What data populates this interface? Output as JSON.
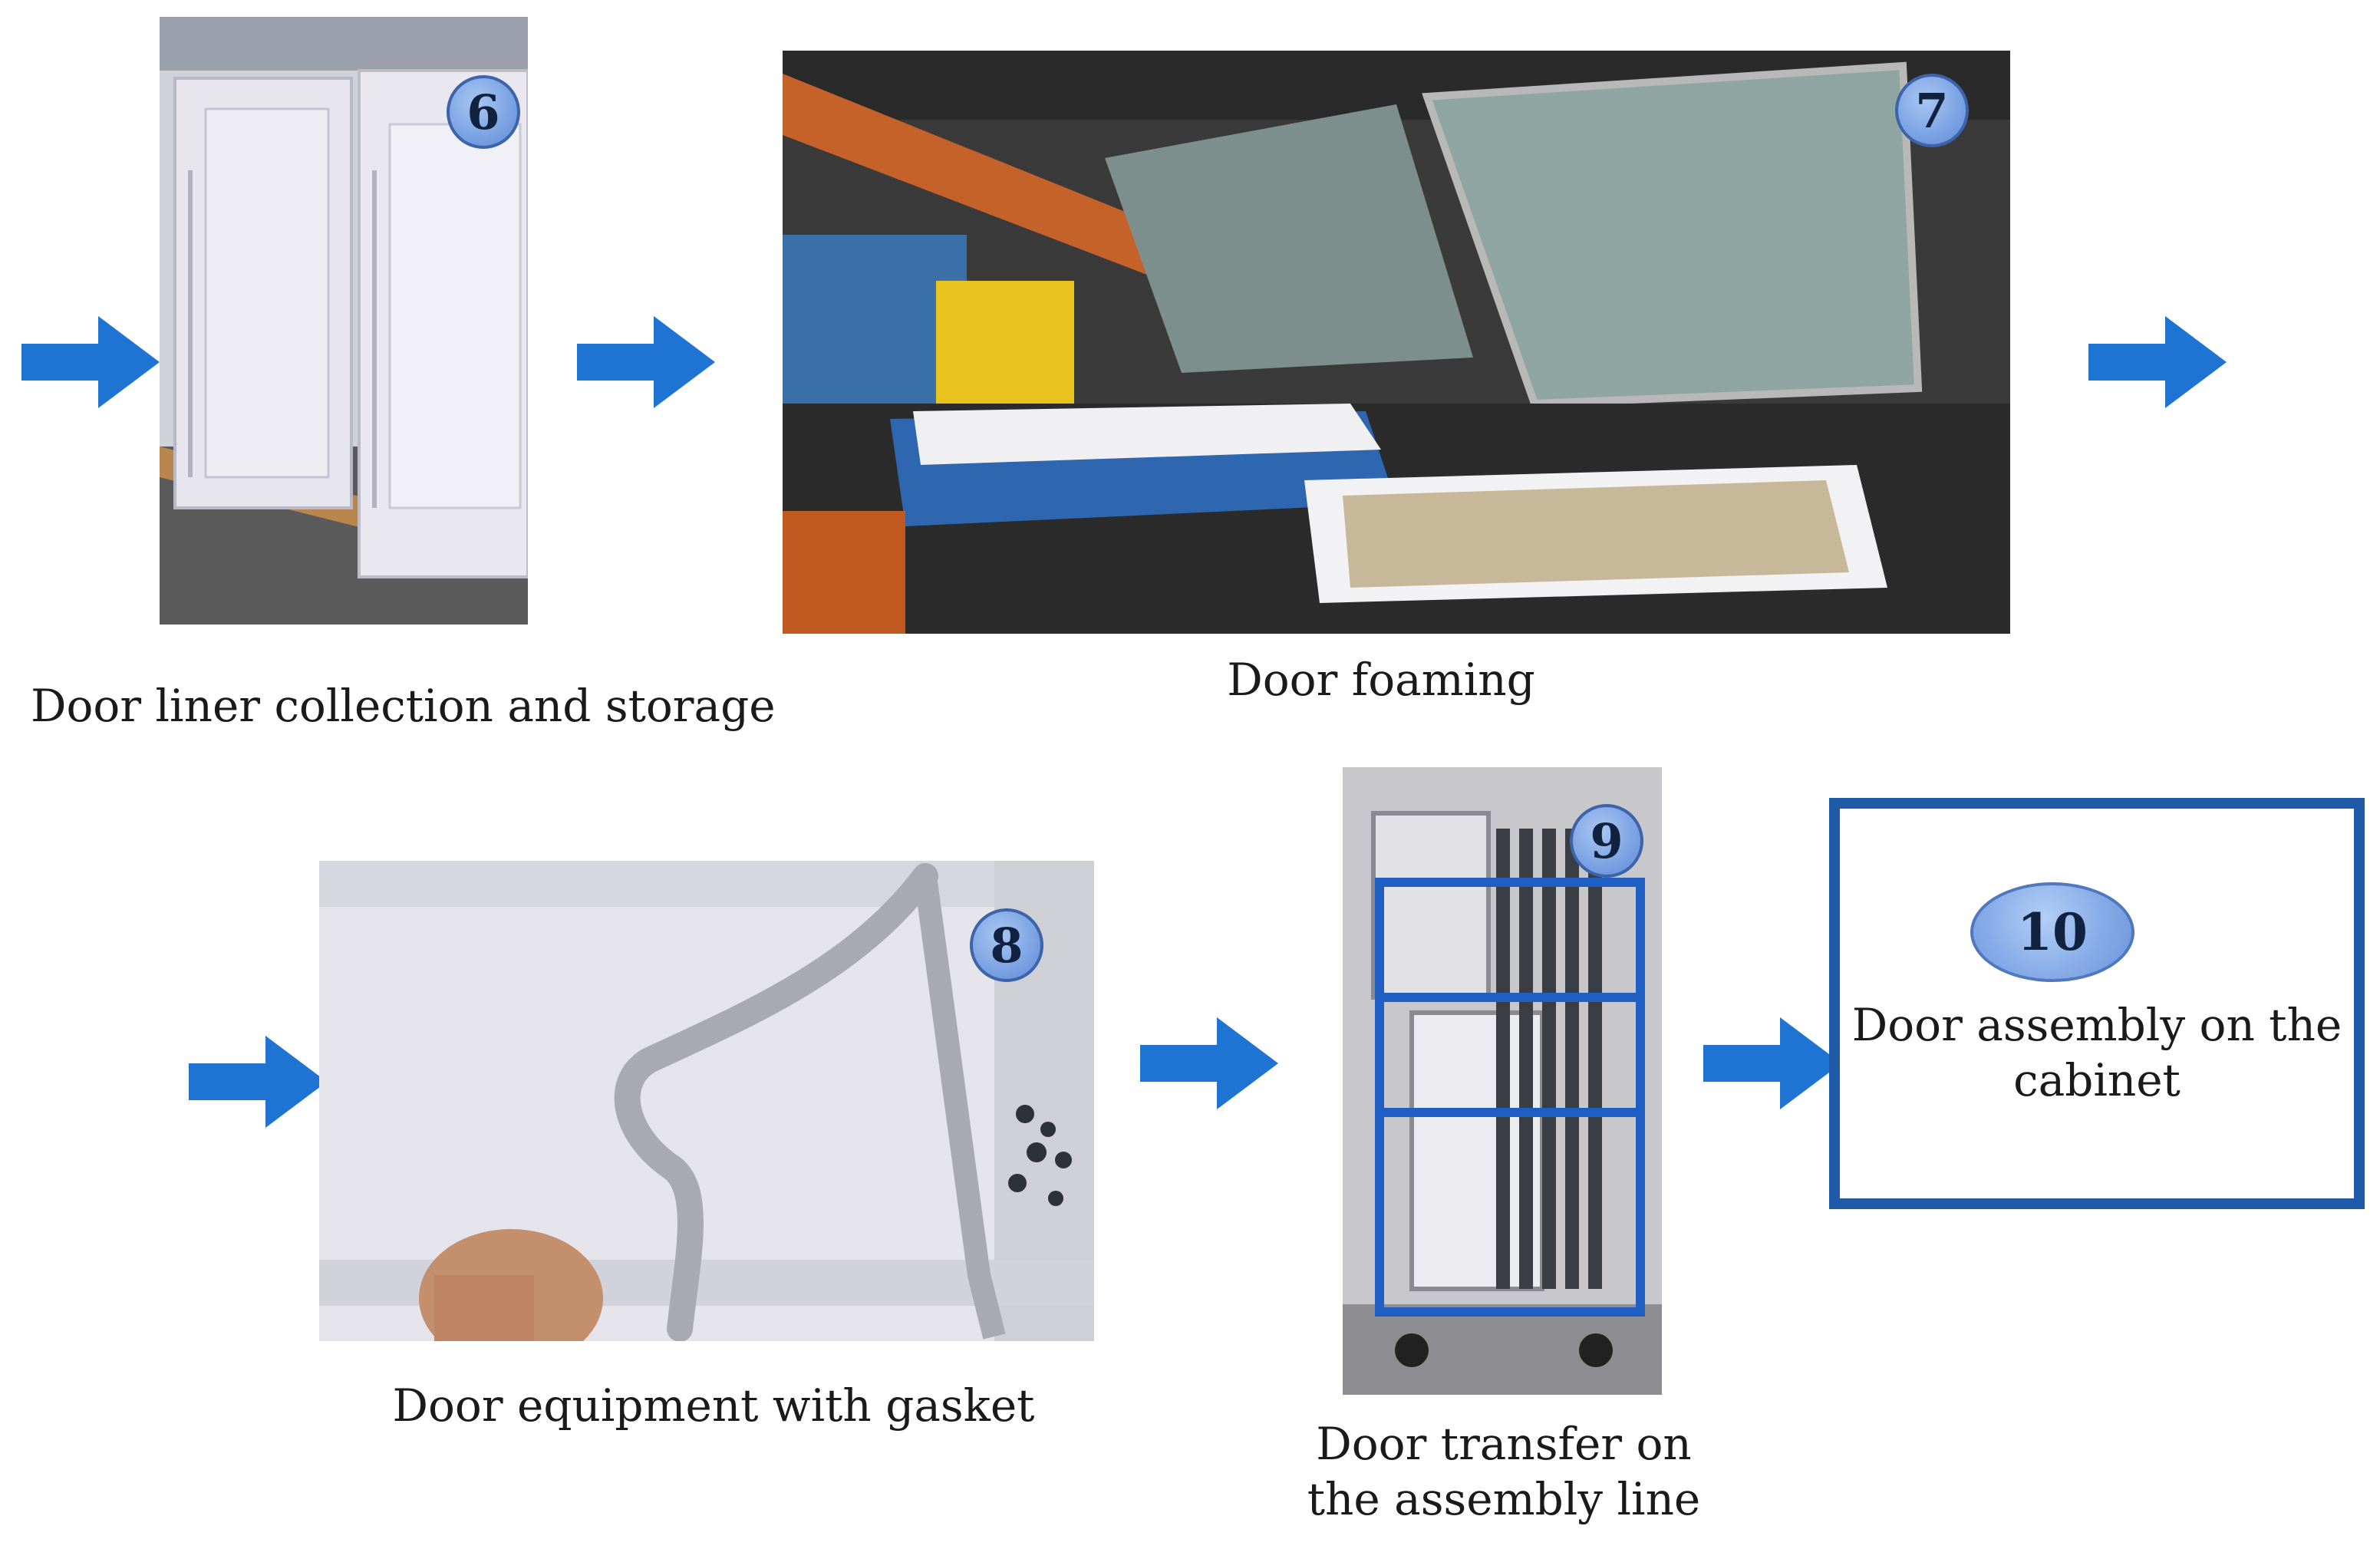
{
  "steps": [
    {
      "number": "6",
      "caption": "Door liner collection and storage"
    },
    {
      "number": "7",
      "caption": "Door foaming"
    },
    {
      "number": "8",
      "caption": "Door equipment with gasket"
    },
    {
      "number": "9",
      "caption": "Door transfer on the assembly line"
    },
    {
      "number": "10",
      "caption": "Door assembly on the cabinet"
    }
  ],
  "colors": {
    "arrow": "#1f73d2",
    "badge": "#7ea5e4",
    "box_border": "#1f5aa8"
  }
}
